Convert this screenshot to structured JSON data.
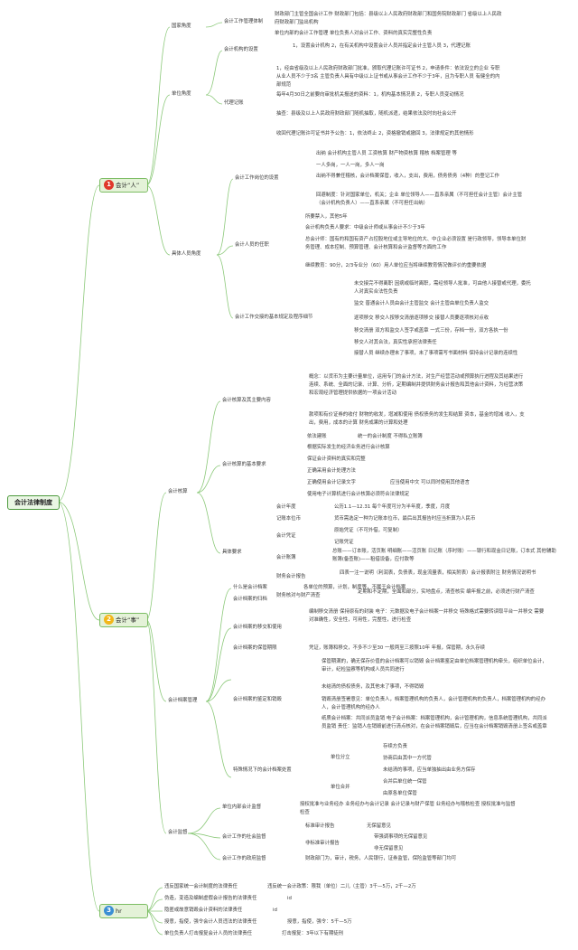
{
  "root": "会计法律制度",
  "branches": [
    {
      "badge": "1",
      "label": "会计“人”",
      "badge_color": "#e0382b"
    },
    {
      "badge": "2",
      "label": "会计“事”",
      "badge_color": "#f2b71a"
    },
    {
      "badge": "3",
      "label": "hr",
      "badge_color": "#3b8fd4"
    }
  ],
  "b1": {
    "guojia": "国家角度",
    "gjgl": "会计工作管理体制",
    "gjgl_a": "财政部门主管全国会计工作 财政部门包括：县级以上人民政府财政部门和国务院财政部门 省级以上人民政府财政部门监出机构",
    "gjgl_b": "单位内部的会计工作管理 单位负责人对会计工作、资料的真实完整性负责",
    "danwei": "单位角度",
    "jgsz": "会计机构的设置",
    "jgsz_a": "1，设置会计机构 2，在有关机构中设置会计人员并指定会计主管人员 3，代理记账",
    "dljz": "代理记账",
    "dl1": "1，经由省级及以上人民政府财政部门批准，颁取代理记账许可证书 2，申请条件：依法设立的企业 专职从业人员不少于3名 主管负责人具有中级以上证书或从事会计工作不少于3年，且为专职人员 有健全的内部规范",
    "dl2": "每年4月30日之前要向审批机关报送的资料：1，机构基本情况表 2，专职人员变动情况",
    "dl3": "抽查：县级及以上人民政府财政部门随机抽取，随机派遣，结果依法及时向社会公开",
    "dl4": "收回代理记账许可证书并予公告：1，依法终止 2，资格撤销或撤回 3，法律规定的其他情形",
    "juti": "具体人员角度",
    "gwsz": "会计工作岗位的设置",
    "gw1": "出纳 会计机构主管人员 工资核算 财产物资核算 稽核 档案管理 等",
    "gw2": "一人多岗，一人一岗，多人一岗",
    "gw3": "出纳不得兼任稽核，会计档案保管，收入，支出，费用，债务债务（4种）的登记工作",
    "gw4": "回避制度：针对国家单位，机关；企业 单位领导人——直系亲属（不可担任会计主管）会计主管（会计机构负责人）——直系亲属（不可担任出纳）",
    "rzyq": "会计人员的任职",
    "rz1": "所要禁入，其他5年",
    "rz2": "会计机构负责人要求：中级会计师或从事会计不少于3年",
    "rz3": "总会计师：国有的和国有资产占控股地位或主导地位的大、中企业必须设置 是行政领导，领导本单位财务管理、成本控制、预算管理、会计核算和会计监督等方面的工作",
    "rz4": "继续教育：90分，2/3专业分（60）用人单位应当将继续教育情况做评价的重要依据",
    "jjsx": "会计工作交接的基本规定及程序细节",
    "jj1": "未交接完不得离职 因病或临时离职，需经领导人批准，可由他人接替或代理，委托人对真实合法性负责",
    "jj2": "监交 普通会计人员由会计主管监交 会计主管由单位负责人监交",
    "jj3": "逐项移交 移交人按移交清册逐项移交 接替人员要逐项核对点收",
    "jj4": "移交清册 双方和监交人签字或盖章 一式三份，存档一份，双方各执一份",
    "jj5": "移交人对其合法，真实性承担法律责任",
    "jj6": "接替人员 继续办理未了事项，未了事项需写书面材料 保持会计记录的连续性"
  },
  "b2": {
    "hs": "会计核算",
    "hsdx": "会计核算及其主要内容",
    "hsdx1": "概念：以货币为主要计量单位，运用专门的会计方法，对生产经营活动或预算执行进程及其结果进行连续、系统、全面的记录、计算、分析，定期编制并提供财务会计报告和其他会计资料，为经营决策和宏观经济管理提供依据的一项会计活动",
    "hsdx2": "款项和有价证券的收付 财物的收发，增减和使用 债权债务的发生和结算 资本，基金的增减 收入，支出，费用，成本的计算 财务成果的计算和处理",
    "jbyq": "会计核算的基本要求",
    "yq1": "依法建账",
    "yq1b": "统一的会计制度 不得私立账簿",
    "yq2": "根据实际发生的经济业务进行会计核算",
    "yq3": "保证会计资料的真实和完整",
    "yq4": "正确采用会计处理方法",
    "yq5": "正确使用会计记录文字",
    "yq5b": "应当使用中文 可以同时使用其他语言",
    "yq6": "使用电子计算机进行会计核算必须符合法律规定",
    "jtyq": "具体要求",
    "nd": "会计年度",
    "nd_a": "公历1.1—12.31 每个年度可分为半年度，季度，月度",
    "jzbwb": "记账本位币",
    "jzbwb_a": "货币需选定一种为记账本位币，最后出其报告时应当折算为人民币",
    "pz": "会计凭证",
    "pz1": "原始凭证（不可外借，可复制）",
    "pz2": "记账凭证",
    "zb": "会计账簿",
    "zb_a": "总账——订本账，活页账 明细账——活页账 日记账（序时账）——银行和现金日记账，订本式 其他辅助账簿(备查账)——租借设备，应付款等",
    "bg": "财务会计报告",
    "bg_a": "四表一注一说明（利润表，负债表，现金流量表，相关附表）会计报表附注 财务情况说明书",
    "qc": "财务核对与财产清查",
    "qc_a": "定期和不定期，全面和部分，实地盘点，清查核实 编年报之前，必须进行财产清查",
    "da": "会计档案管理",
    "da0": "什么是会计档案",
    "da0_a": "各单位的预算，计划，制度等，不属于会计档案",
    "da1": "会计档案的归档",
    "da2": "会计档案的移交和使用",
    "da2_a": "编制移交清册 保持原有的封装 电子：元数据及电子会计档案一并移交 特殊格式需要转读取平台一并移交 需要对准确性，安全性，可用性，完整性，进行检查",
    "da3": "会计档案的保管期限",
    "da3_a": "凭证，账簿和移交，不多不少至30 一般两至三按照10年 年报，保管期，永久存续",
    "da4": "会计档案的鉴定和销毁",
    "da4_a": "保管期满的，确无保存价值的会计档案可以销毁 会计档案鉴定由单位档案管理机构牵头，组织单位会计，审计，纪检监察等机构或人员共同进行",
    "da4_b": "未结清的债权债务，及其他未了事项，不得销毁",
    "da4_c": "销毁清册签署意见：单位负责人，档案管理机构的负责人，会计管理机构的负责人，档案管理机构的经办人，会计管理机构的经办人",
    "da4_d": "纸质会计档案：共同派员监销 电子会计档案：档案管理机构，会计管理机构，信息系统管理机构，共同派员监销 责任：监销人在销毁前进行清点核对，在会计档案销毁后，应当在会计档案销毁清册上签名或盖章",
    "da5": "特殊情况下的会计档案处置",
    "fl": "单位分立",
    "fl1": "存续方负责",
    "fl2": "协商后由其中一方代管",
    "fl3": "未结清的事项，应当单独抽出由业务方保存",
    "hb": "单位合并",
    "hb1": "合并后单位统一保管",
    "hb2": "由原各单位保管",
    "jd": "会计监督",
    "jd1": "单位内部会计监督",
    "jd1_a": "授权批准与业务经办 业务经办与会计记录 会计记录与财产保管 业务经办与稽核检查 授权批准与监督检查",
    "jd2": "会计工作的社会监督",
    "jd2_a": "标准审计报告",
    "jd2_a1": "无保留意见",
    "jd2_b": "非标准审计报告",
    "jd2_b1": "带强调事项的无保留意见",
    "jd2_b2": "非无保留意见",
    "jd3": "会计工作的政府监督",
    "jd3_a": "财政部门为，审计，税务，人民银行，证券监管，保险监管等部门均可"
  },
  "b3": {
    "r1": "违反国家统一会计制度的法律责任",
    "r1_a": "违反统一会计政策：限我（单位）二儿（主管）3千—5万，2千—2万",
    "r2": "伪造，变造及编制虚假会计报告的法律责任",
    "r2_a": "id",
    "r3": "隐匿或故意销毁会计资料的法律责任",
    "r3_a": "id",
    "r4": "授意，指使，强令会计人员违法的法律责任",
    "r4_a": "授意，指使，强令：5千—5万",
    "r5": "单位负责人打击报复会计人员的法律责任",
    "r5_a": "打击报复：3年以下有期徒刑"
  },
  "colors": {
    "line": "#8cc97a",
    "root_border": "#4c9a3c"
  }
}
